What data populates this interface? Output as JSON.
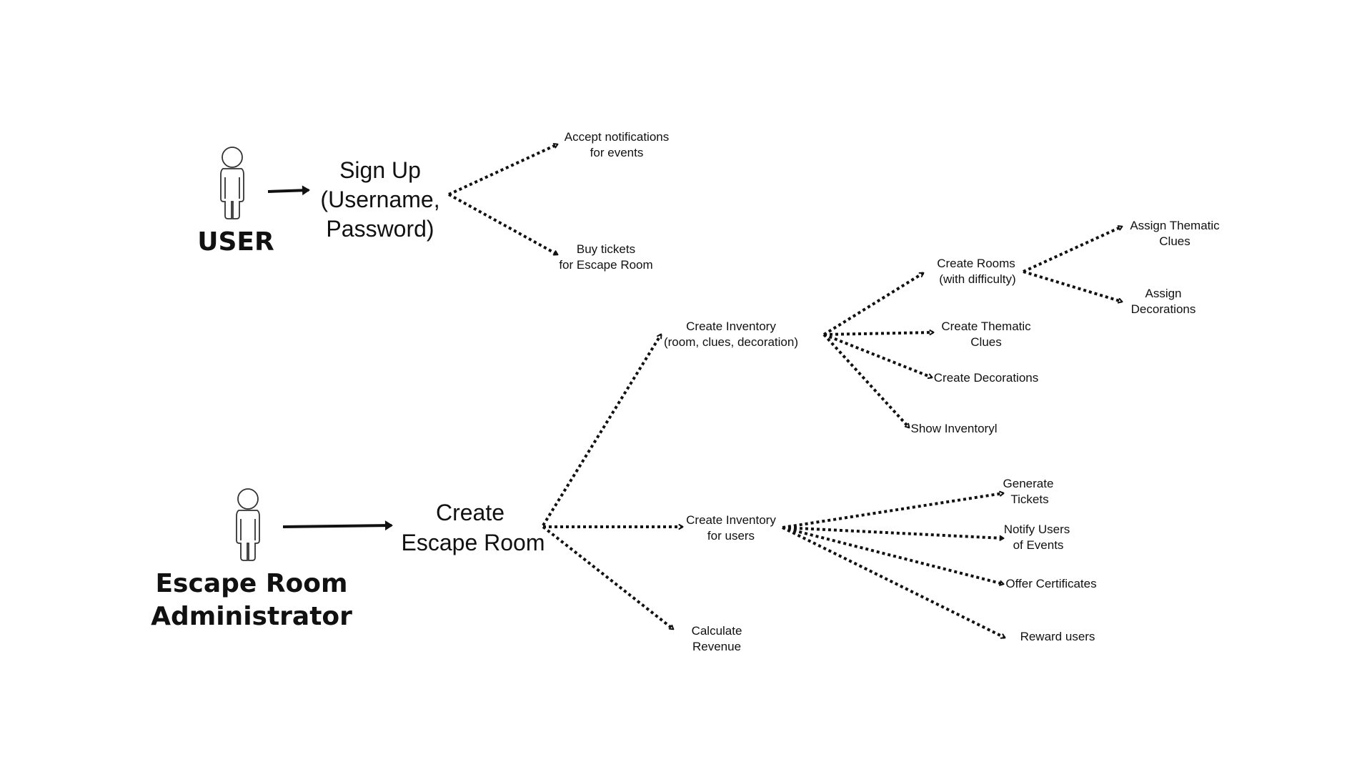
{
  "actors": {
    "user": {
      "label": "USER"
    },
    "admin": {
      "label_line1": "Escape Room",
      "label_line2": "Administrator"
    }
  },
  "nodes": {
    "sign_up": {
      "line1": "Sign Up",
      "line2": "(Username,",
      "line3": "Password)"
    },
    "accept_notifications": {
      "line1": "Accept notifications",
      "line2": "for events"
    },
    "buy_tickets": {
      "line1": "Buy tickets",
      "line2": "for Escape Room"
    },
    "create_escape_room": {
      "line1": "Create",
      "line2": "Escape Room"
    },
    "create_inventory": {
      "line1": "Create Inventory",
      "line2": "(room, clues, decoration)"
    },
    "create_inventory_users": {
      "line1": "Create Inventory",
      "line2": "for users"
    },
    "calculate_revenue": {
      "line1": "Calculate",
      "line2": "Revenue"
    },
    "create_rooms": {
      "line1": "Create Rooms",
      "line2": "(with difficulty)"
    },
    "create_thematic_clues": {
      "line1": "Create Thematic",
      "line2": "Clues"
    },
    "create_decorations": {
      "line1": "Create Decorations"
    },
    "show_inventory": {
      "line1": "Show Inventoryl"
    },
    "assign_thematic_clues": {
      "line1": "Assign Thematic",
      "line2": "Clues"
    },
    "assign_decorations": {
      "line1": "Assign",
      "line2": "Decorations"
    },
    "generate_tickets": {
      "line1": "Generate",
      "line2": "Tickets"
    },
    "notify_users": {
      "line1": "Notify Users",
      "line2": "of Events"
    },
    "offer_certificates": {
      "line1": "Offer Certificates"
    },
    "reward_users": {
      "line1": "Reward users"
    }
  }
}
